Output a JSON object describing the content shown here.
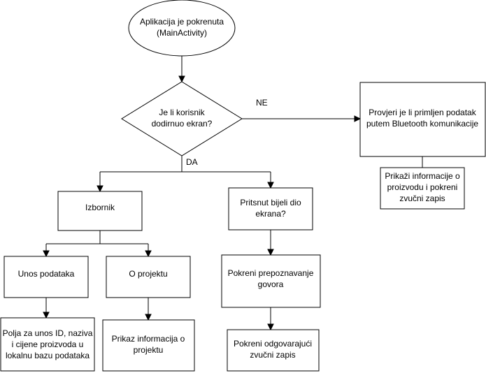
{
  "diagram": {
    "nodes": {
      "start": {
        "lines": [
          "Aplikacija je pokrenuta",
          "(MainActivity)"
        ]
      },
      "decision_touch": {
        "lines": [
          "Je li korisnik",
          "dodirnuo ekran?"
        ]
      },
      "check_bluetooth": {
        "lines": [
          "Provjeri je li primljen podatak",
          "putem Bluetooth komunikacije"
        ]
      },
      "show_product_info": {
        "lines": [
          "Prikaži informacije o",
          "proizvodu i pokreni",
          "zvučni zapis"
        ]
      },
      "menu": {
        "lines": [
          "Izbornik"
        ]
      },
      "white_area_pressed": {
        "lines": [
          "Pritsnut bijeli dio",
          "ekrana?"
        ]
      },
      "data_entry": {
        "lines": [
          "Unos podataka"
        ]
      },
      "about_project": {
        "lines": [
          "O projektu"
        ]
      },
      "speech_recognition": {
        "lines": [
          "Pokreni prepoznavanje",
          "govora"
        ]
      },
      "entry_fields": {
        "lines": [
          "Polja za unos ID, naziva",
          "i cijene proizvoda u",
          "lokalnu bazu podataka"
        ]
      },
      "project_info": {
        "lines": [
          "Prikaz informacija o",
          "projektu"
        ]
      },
      "play_sound": {
        "lines": [
          "Pokreni odgovarajući",
          "zvučni zapis"
        ]
      }
    },
    "edge_labels": {
      "no": "NE",
      "yes": "DA"
    }
  }
}
